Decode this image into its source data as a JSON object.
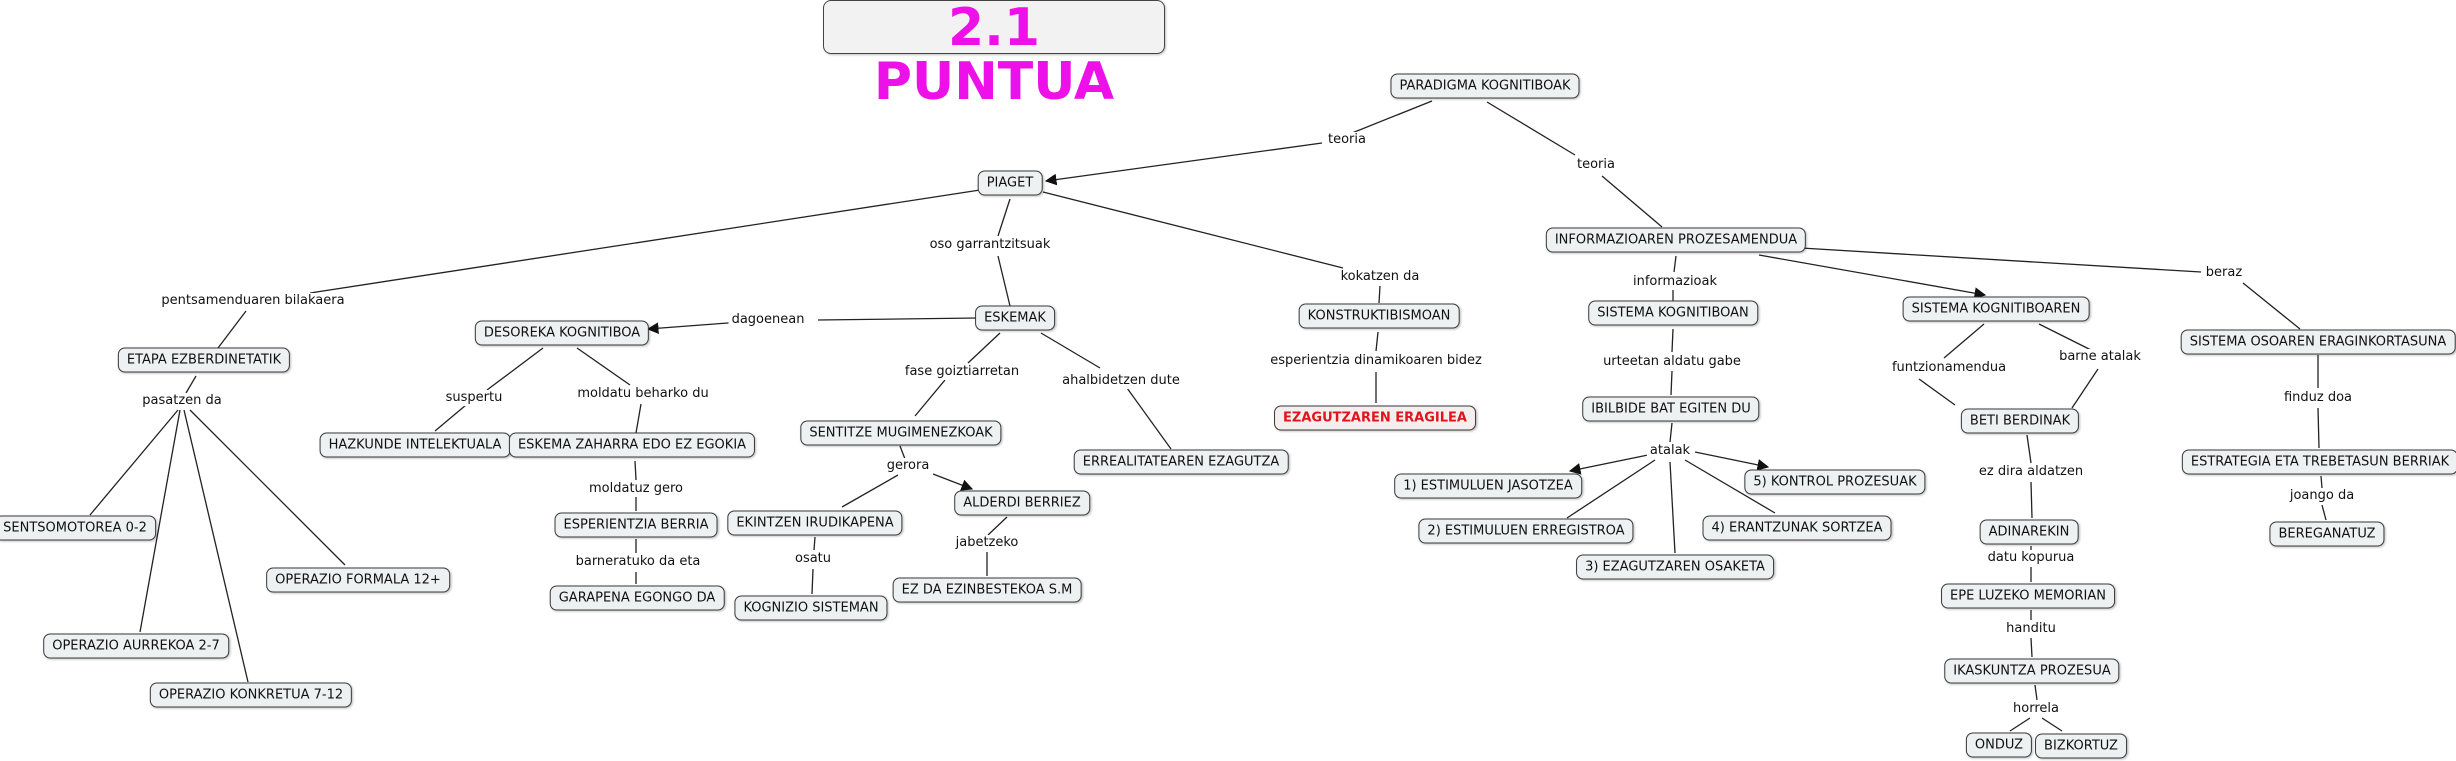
{
  "title": "2.1 PUNTUA",
  "colors": {
    "title": "#ee10e8",
    "highlight_node": "#e0141a",
    "line": "#222222"
  },
  "nodes": {
    "paradigma": "PARADIGMA KOGNITIBOAK",
    "piaget": "PIAGET",
    "info_prozesamendua": "INFORMAZIOAREN PROZESAMENDUA",
    "etapa": "ETAPA EZBERDINETATIK",
    "desoreka": "DESOREKA KOGNITIBOA",
    "eskemak": "ESKEMAK",
    "konstruktibismoan": "KONSTRUKTIBISMOAN",
    "sistema_kognitiboan": "SISTEMA KOGNITIBOAN",
    "sistema_kognitiboaren": "SISTEMA KOGNITIBOAREN",
    "sistema_osoaren": "SISTEMA OSOAREN ERAGINKORTASUNA",
    "hazkunde": "HAZKUNDE INTELEKTUALA",
    "eskema_zaharra": "ESKEMA ZAHARRA EDO EZ EGOKIA",
    "sentitze": "SENTITZE MUGIMENEZKOAK",
    "errealitatea": "ERREALITATEAREN EZAGUTZA",
    "ezagutzaren_eragilea": "EZAGUTZAREN ERAGILEA",
    "ibilbide": "IBILBIDE BAT EGITEN DU",
    "beti_berdinak": "BETI BERDINAK",
    "estrategia": "ESTRATEGIA ETA TREBETASUN BERRIAK",
    "sentsomotorea": "SENTSOMOTOREA 0-2",
    "operazio_formala": "OPERAZIO FORMALA 12+",
    "operazio_aurrekoa": "OPERAZIO AURREKOA 2-7",
    "operazio_konkretua": "OPERAZIO KONKRETUA 7-12",
    "esperientzia_berria": "ESPERIENTZIA BERRIA",
    "garapena": "GARAPENA EGONGO DA",
    "ekintzen": "EKINTZEN IRUDIKAPENA",
    "alderdi": "ALDERDI BERRIEZ",
    "kognizio": "KOGNIZIO SISTEMAN",
    "ez_da": "EZ DA EZINBESTEKOA S.M",
    "estimuluen_jasotzea": "1) ESTIMULUEN JASOTZEA",
    "estimuluen_erregistroa": "2) ESTIMULUEN ERREGISTROA",
    "ezagutzaren_osaketa": "3) EZAGUTZAREN OSAKETA",
    "erantzunak": "4) ERANTZUNAK SORTZEA",
    "kontrol": "5) KONTROL PROZESUAK",
    "adinarekin": "ADINAREKIN",
    "epe_luzeko": "EPE LUZEKO MEMORIAN",
    "ikaskuntza": "IKASKUNTZA PROZESUA",
    "onduz": "ONDUZ",
    "bizkortuz": "BIZKORTUZ",
    "bereganatuz": "BEREGANATUZ"
  },
  "labels": {
    "teoria_1": "teoria",
    "teoria_2": "teoria",
    "oso_garrantzitsuak": "oso garrantzitsuak",
    "pentsamenduaren": "pentsamenduaren bilakaera",
    "kokatzen_da": "kokatzen da",
    "informazioak": "informazioak",
    "beraz": "beraz",
    "dagoenean": "dagoenean",
    "pasatzen_da": "pasatzen da",
    "suspertu": "suspertu",
    "moldatu_beharko": "moldatu beharko du",
    "fase_goiztiarretan": "fase goiztiarretan",
    "ahalbidetzen": "ahalbidetzen dute",
    "esperientzia_dinamikoaren": "esperientzia dinamikoaren bidez",
    "urteetan": "urteetan aldatu gabe",
    "funtzionamendua": "funtzionamendua",
    "barne_atalak": "barne atalak",
    "finduz_doa": "finduz doa",
    "moldatuz_gero": "moldatuz gero",
    "barneratuko": "barneratuko da eta",
    "gerora": "gerora",
    "osatu": "osatu",
    "jabetzeko": "jabetzeko",
    "atalak": "atalak",
    "ez_dira_aldatzen": "ez dira aldatzen",
    "datu_kopurua": "datu kopurua",
    "handitu": "handitu",
    "horrela": "horrela",
    "joango_da": "joango da"
  }
}
